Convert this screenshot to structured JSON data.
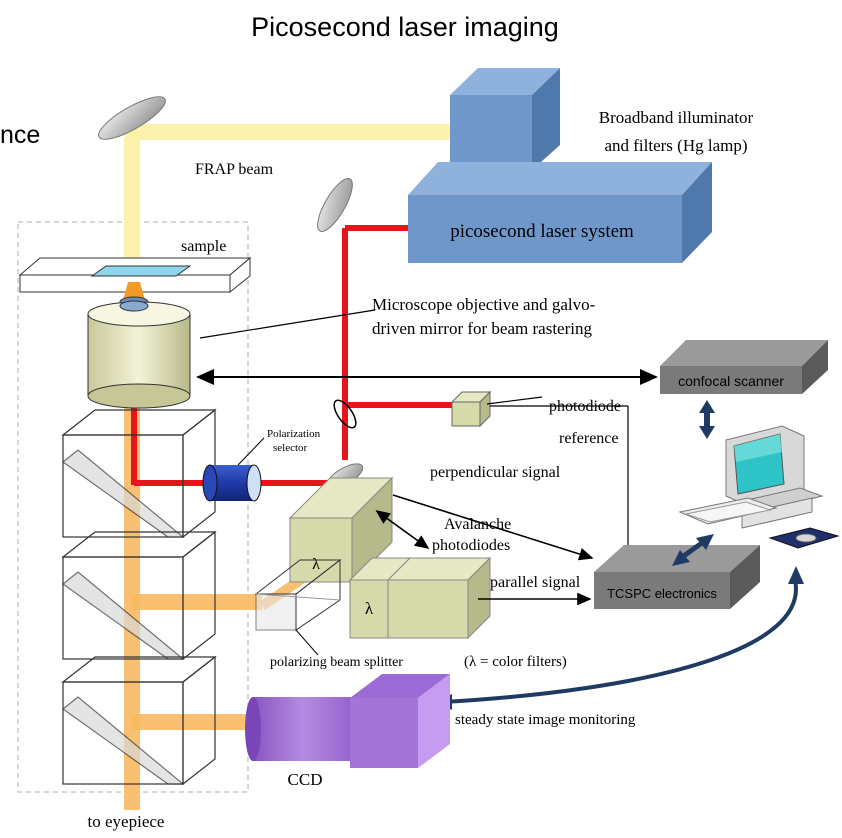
{
  "title": "Picosecond laser imaging",
  "cutoff_text": "nce",
  "labels": {
    "illuminator_line1": "Broadband illuminator",
    "illuminator_line2": "and filters (Hg lamp)",
    "frap_beam": "FRAP beam",
    "laser_system": "picosecond laser system",
    "sample": "sample",
    "objective_line1": "Microscope objective and galvo-",
    "objective_line2": "driven mirror for beam rastering",
    "confocal_scanner": "confocal scanner",
    "photodiode": "photodiode",
    "reference": "reference",
    "polarization_line1": "Polarization",
    "polarization_line2": "selector",
    "perpendicular_signal": "perpendicular signal",
    "avalanche_line1": "Avalanche",
    "avalanche_line2": "photodiodes",
    "lambda_top": "λ",
    "lambda_bottom": "λ",
    "parallel_signal": "parallel signal",
    "tcspc": "TCSPC electronics",
    "polarizing_beam_splitter": "polarizing beam splitter",
    "color_filters": "(λ = color filters)",
    "steady_state": "steady state image monitoring",
    "ccd": "CCD",
    "eyepiece": "to eyepiece"
  },
  "colors": {
    "laser_red": "#e8141c",
    "lamp_yellow": "#fbf2a4",
    "fluorescence_orange": "#f7b961",
    "box_blue": "#6f97c9",
    "detector_khaki": "#d6d9a9",
    "ccd_purple": "#a574d8",
    "electronics_gray": "#8c8c8c",
    "arrow_navy": "#1f3b63"
  }
}
